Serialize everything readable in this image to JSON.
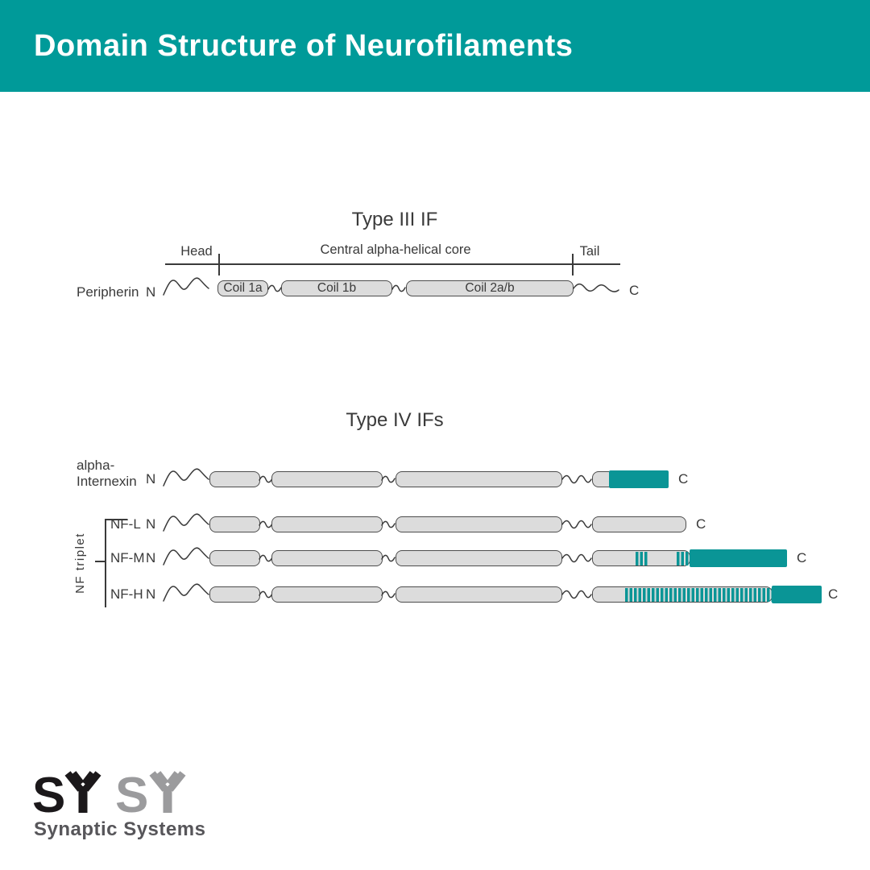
{
  "colors": {
    "header-teal": "#009a99",
    "teal": "#0a9596",
    "box-fill": "#dcdcdc",
    "box-border": "#4d4d4d",
    "line": "#3a3a3a",
    "text": "#3a3a3a",
    "logo-black": "#1b181a",
    "logo-grey": "#9b9b9d",
    "logo-text": "#57565a"
  },
  "header": {
    "title": "Domain Structure of Neurofilaments"
  },
  "type3": {
    "title": "Type III IF",
    "head_label": "Head",
    "core_label": "Central alpha-helical core",
    "tail_label": "Tail",
    "protein": "Peripherin",
    "n_terminus": "N",
    "c_terminus": "C",
    "coil_1a": "Coil 1a",
    "coil_1b": "Coil 1b",
    "coil_2ab": "Coil 2a/b"
  },
  "type4": {
    "title": "Type IV IFs",
    "bracket_label": "NF triplet",
    "alpha_internexin": {
      "name_line1": "alpha-",
      "name_line2": "Internexin",
      "n": "N",
      "c": "C"
    },
    "nfl": {
      "name": "NF-L",
      "n": "N",
      "c": "C"
    },
    "nfm": {
      "name": "NF-M",
      "n": "N",
      "c": "C"
    },
    "nfh": {
      "name": "NF-H",
      "n": "N",
      "c": "C"
    }
  },
  "logo": {
    "letter_s": "S",
    "tagline": "Synaptic Systems"
  }
}
